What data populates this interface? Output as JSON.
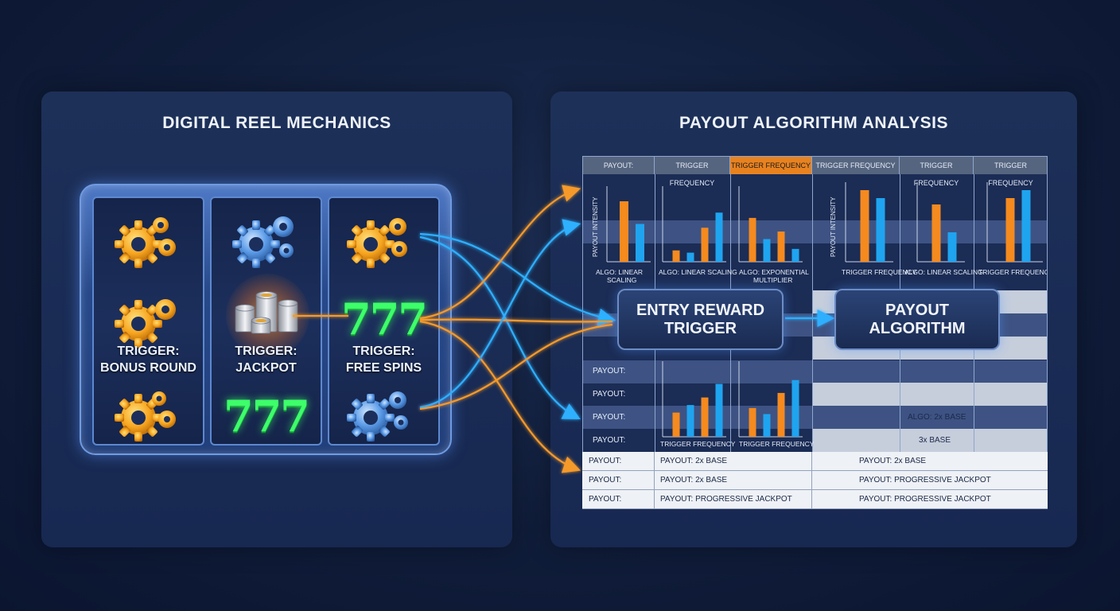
{
  "left_panel": {
    "title": "DIGITAL REEL MECHANICS",
    "reels": [
      {
        "label_line1": "TRIGGER:",
        "label_line2": "BONUS ROUND"
      },
      {
        "label_line1": "TRIGGER:",
        "label_line2": "JACKPOT",
        "symbol": "777"
      },
      {
        "label_line1": "TRIGGER:",
        "label_line2": "FREE SPINS",
        "symbol": "777"
      }
    ],
    "icons": [
      "gear-icon",
      "coin-stack-icon"
    ],
    "colors": {
      "gold": "#f7a51f",
      "blue_gear": "#5b9be8",
      "green_777": "#3dff6a"
    }
  },
  "right_panel": {
    "title": "PAYOUT ALGORITHM ANALYSIS",
    "headers": [
      "PAYOUT:",
      "TRIGGER FREQUENCY",
      "TRIGGER FREQUENCY",
      "TRIGGER FREQUENCY",
      "TRIGGER FREQUENCY",
      "TRIGGER FREQUENCY"
    ],
    "y_axis_label": "PAYOUT INTENSITY",
    "upper_captions": {
      "c1_prefix": "ALGO:",
      "c1_rest": " LINEAR",
      "c1_line2": "SCALING",
      "c2": "ALGO: LINEAR SCALING",
      "c3_prefix": "ALGO:",
      "c3_rest": " EXPONENTIAL",
      "c3_line2": "MULTIPLIER",
      "c4": "TRIGGER FREQUENCY",
      "c5": "ALGO: LINEAR SCALING",
      "c6": "TRIGGER FREQUENCY"
    },
    "nodes": {
      "entry_line1": "ENTRY REWARD",
      "entry_line2": "TRIGGER",
      "payout_line1": "PAYOUT",
      "payout_line2": "ALGORITHM"
    },
    "lower_rows": [
      "PAYOUT:",
      "PAYOUT:",
      "PAYOUT:",
      "PAYOUT:"
    ],
    "lower_captions": {
      "left": "TRIGGER FREQUENCY",
      "mid": "TRIGGER FREQUENCY",
      "algo": "ALGO: 2x BASE",
      "base": "3x BASE"
    },
    "bottom_table": [
      [
        "PAYOUT:",
        "PAYOUT: 2x BASE",
        "PAYOUT: 2x BASE"
      ],
      [
        "PAYOUT:",
        "PAYOUT: 2x BASE",
        "PAYOUT: PROGRESSIVE JACKPOT"
      ],
      [
        "PAYOUT:",
        "PAYOUT: PROGRESSIVE JACKPOT",
        "PAYOUT: PROGRESSIVE JACKPOT"
      ]
    ],
    "colors": {
      "orange": "#f58a1f",
      "blue": "#1fa4f0",
      "header_highlight": "#e8821f"
    }
  },
  "chart_data": [
    {
      "type": "bar",
      "series": [
        {
          "values": [
            8,
            5
          ]
        }
      ],
      "colors": [
        "#f58a1f",
        "#1fa4f0"
      ]
    },
    {
      "type": "bar",
      "series": [
        {
          "values": [
            1.5,
            1.2,
            4.5,
            6.5
          ]
        }
      ],
      "colors": [
        "#f58a1f",
        "#1fa4f0",
        "#f58a1f",
        "#1fa4f0"
      ]
    },
    {
      "type": "bar",
      "series": [
        {
          "values": [
            5.8,
            3,
            4,
            1.7
          ]
        }
      ],
      "colors": [
        "#f58a1f",
        "#1fa4f0",
        "#f58a1f",
        "#1fa4f0"
      ]
    },
    {
      "type": "bar",
      "series": [
        {
          "values": [
            9,
            8
          ]
        }
      ],
      "colors": [
        "#f58a1f",
        "#1fa4f0"
      ]
    },
    {
      "type": "bar",
      "series": [
        {
          "values": [
            7.2,
            3.7
          ]
        }
      ],
      "colors": [
        "#f58a1f",
        "#1fa4f0"
      ]
    },
    {
      "type": "bar",
      "series": [
        {
          "values": [
            8,
            9
          ]
        }
      ],
      "colors": [
        "#f58a1f",
        "#1fa4f0"
      ]
    },
    {
      "type": "bar",
      "series": [
        {
          "values": [
            3.2,
            4.2,
            5.2,
            7
          ]
        }
      ],
      "colors": [
        "#f58a1f",
        "#1fa4f0",
        "#f58a1f",
        "#1fa4f0"
      ]
    },
    {
      "type": "bar",
      "series": [
        {
          "values": [
            3.8,
            3,
            5.8,
            7.5
          ]
        }
      ],
      "colors": [
        "#f58a1f",
        "#1fa4f0",
        "#f58a1f",
        "#1fa4f0"
      ]
    }
  ]
}
